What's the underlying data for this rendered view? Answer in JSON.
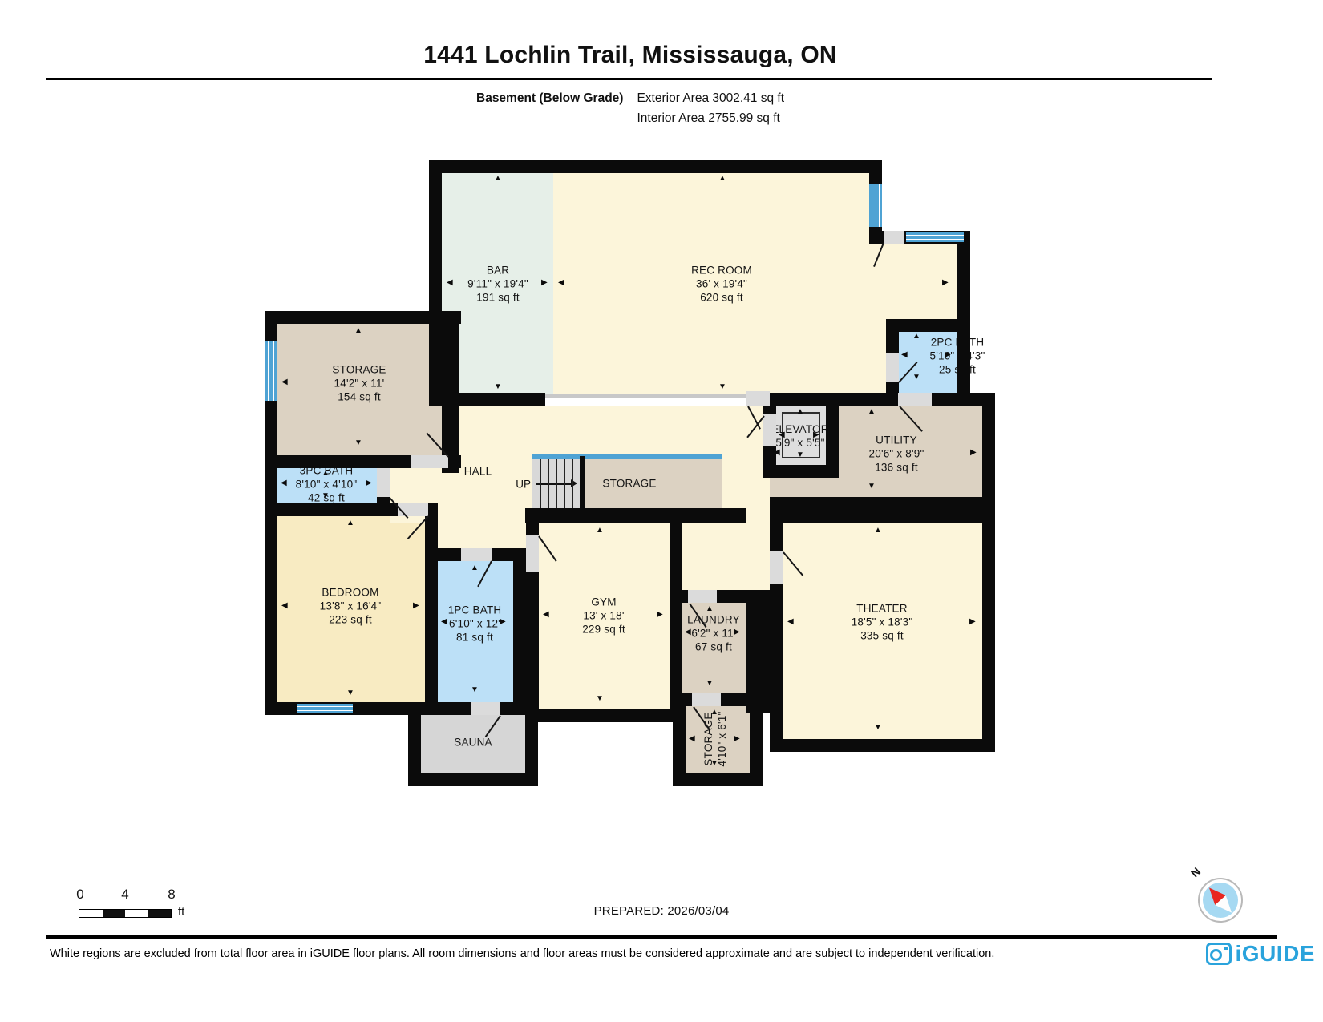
{
  "header": {
    "title": "1441 Lochlin Trail, Mississauga, ON",
    "floor_label": "Basement (Below Grade)",
    "exterior_area": "Exterior Area 3002.41 sq ft",
    "interior_area": "Interior Area 2755.99 sq ft"
  },
  "scale_bar": {
    "start": "0",
    "mid": "4",
    "end": "8",
    "unit": "ft"
  },
  "prepared": "PREPARED: 2026/03/04",
  "compass": {
    "label": "N"
  },
  "footer": {
    "disclaimer": "White regions are excluded from total floor area in iGUIDE floor plans. All room dimensions and floor areas must be considered approximate and are subject to independent verification.",
    "brand": "iGUIDE"
  },
  "palette": {
    "cream": "#FCF5DA",
    "teal": "#E6EFE8",
    "wheat": "#F8EBC2",
    "beige": "#DCD2C2",
    "bath": "#BCE0F7",
    "gray": "#D6D6D6",
    "elevgray": "#DEDEDE",
    "window": "#4FA3D4",
    "wall": "#0B0B0B",
    "brand": "#2AA3DC",
    "compass_red": "#E8261F"
  },
  "floorplan": {
    "stairs_label": "UP",
    "rooms": [
      {
        "id": "bar",
        "label": [
          "BAR",
          "9'11\" x 19'4\"",
          "191 sq ft"
        ],
        "fill": "teal",
        "rects": [
          [
            221,
            16,
            139,
            276
          ]
        ],
        "label_at": [
          291,
          154
        ],
        "arrows": [
          [
            "t",
            286,
            18
          ],
          [
            "b",
            286,
            278
          ],
          [
            "l",
            227,
            148
          ],
          [
            "r",
            345,
            148
          ]
        ]
      },
      {
        "id": "rec-room",
        "label": [
          "REC ROOM",
          "36' x 19'4\"",
          "620 sq ft"
        ],
        "fill": "cream",
        "rects": [
          [
            360,
            16,
            394,
            276
          ],
          [
            754,
            100,
            110,
            192
          ]
        ],
        "label_at": [
          570,
          154
        ],
        "arrows": [
          [
            "t",
            566,
            18
          ],
          [
            "b",
            566,
            278
          ],
          [
            "l",
            366,
            148
          ],
          [
            "r",
            845,
            148
          ]
        ]
      },
      {
        "id": "2pc-bath",
        "label": [
          "2PC BATH",
          "5'10\" x 4'3\"",
          "25 sq ft"
        ],
        "fill": "bath",
        "rects": [
          [
            791,
            214,
            73,
            76
          ]
        ],
        "label_at": [
          864,
          244
        ],
        "arrows": [
          [
            "t",
            808,
            215
          ],
          [
            "b",
            808,
            266
          ],
          [
            "l",
            794,
            238
          ],
          [
            "r",
            848,
            238
          ]
        ]
      },
      {
        "id": "storage-left",
        "label": [
          "STORAGE",
          "14'2\" x 11'",
          "154 sq ft"
        ],
        "fill": "beige",
        "rects": [
          [
            16,
            204,
            205,
            164
          ]
        ],
        "label_at": [
          118,
          278
        ],
        "arrows": [
          [
            "t",
            112,
            208
          ],
          [
            "b",
            112,
            348
          ],
          [
            "l",
            21,
            272
          ],
          [
            "r",
            208,
            272
          ]
        ]
      },
      {
        "id": "3pc-bath",
        "label": [
          "3PC BATH",
          "8'10\" x 4'10\"",
          "42 sq ft"
        ],
        "fill": "bath",
        "rects": [
          [
            16,
            384,
            124,
            44
          ]
        ],
        "label_at": [
          77,
          404
        ],
        "arrows": [
          [
            "t",
            71,
            386
          ],
          [
            "b",
            71,
            414
          ],
          [
            "l",
            20,
            398
          ],
          [
            "r",
            126,
            398
          ]
        ]
      },
      {
        "id": "bedroom",
        "label": [
          "BEDROOM",
          "13'8\" x 16'4\"",
          "223 sq ft"
        ],
        "fill": "wheat",
        "rects": [
          [
            16,
            444,
            184,
            232
          ]
        ],
        "label_at": [
          107,
          556
        ],
        "arrows": [
          [
            "t",
            102,
            448
          ],
          [
            "b",
            102,
            660
          ],
          [
            "l",
            21,
            551
          ],
          [
            "r",
            185,
            551
          ]
        ]
      },
      {
        "id": "1pc-bath",
        "label": [
          "1PC BATH",
          "6'10\" x 12'",
          "81 sq ft"
        ],
        "fill": "bath",
        "rects": [
          [
            216,
            500,
            94,
            176
          ]
        ],
        "label_at": [
          262,
          578
        ],
        "arrows": [
          [
            "t",
            257,
            504
          ],
          [
            "b",
            257,
            656
          ],
          [
            "l",
            220,
            571
          ],
          [
            "r",
            293,
            571
          ]
        ]
      },
      {
        "id": "sauna",
        "label": [
          "SAUNA"
        ],
        "fill": "gray",
        "rects": [
          [
            195,
            684,
            130,
            80
          ]
        ],
        "label_at": [
          260,
          726
        ],
        "arrows": []
      },
      {
        "id": "hall",
        "label": [
          "HALL"
        ],
        "fill": "cream",
        "rects": [
          [
            243,
            306,
            387,
            146
          ],
          [
            156,
            384,
            87,
            68
          ],
          [
            216,
            444,
            110,
            56
          ],
          [
            521,
            434,
            109,
            102
          ]
        ],
        "label_at": [
          266,
          388
        ],
        "arrows": []
      },
      {
        "id": "storage-mid",
        "label": [
          "STORAGE"
        ],
        "fill": "beige",
        "rects": [
          [
            398,
            373,
            172,
            61
          ]
        ],
        "label_at": [
          455,
          403
        ],
        "arrows": []
      },
      {
        "id": "utility",
        "label": [
          "UTILITY",
          "20'6\" x 8'9\"",
          "136 sq ft"
        ],
        "fill": "beige",
        "rects": [
          [
            630,
            306,
            265,
            114
          ]
        ],
        "label_at": [
          788,
          366
        ],
        "arrows": [
          [
            "t",
            752,
            309
          ],
          [
            "b",
            752,
            402
          ],
          [
            "l",
            635,
            360
          ],
          [
            "r",
            880,
            360
          ]
        ]
      },
      {
        "id": "elevator",
        "label": [
          "ELEVATOR",
          "5'9\" x 5'5\""
        ],
        "fill": "elevgray",
        "rects": [
          [
            638,
            306,
            62,
            74
          ]
        ],
        "label_at": [
          668,
          344
        ],
        "arrows": [
          [
            "t",
            663,
            309
          ],
          [
            "b",
            663,
            363
          ],
          [
            "l",
            641,
            338
          ],
          [
            "r",
            684,
            338
          ]
        ]
      },
      {
        "id": "gym",
        "label": [
          "GYM",
          "13' x 18'",
          "229 sq ft"
        ],
        "fill": "cream",
        "rects": [
          [
            342,
            452,
            163,
            233
          ]
        ],
        "label_at": [
          423,
          568
        ],
        "arrows": [
          [
            "t",
            413,
            457
          ],
          [
            "b",
            413,
            667
          ],
          [
            "l",
            347,
            562
          ],
          [
            "r",
            489,
            562
          ]
        ]
      },
      {
        "id": "laundry",
        "label": [
          "LAUNDRY",
          "6'2\" x 11'",
          "67 sq ft"
        ],
        "fill": "beige",
        "rects": [
          [
            521,
            552,
            79,
            113
          ]
        ],
        "label_at": [
          560,
          590
        ],
        "arrows": [
          [
            "t",
            550,
            555
          ],
          [
            "b",
            550,
            648
          ],
          [
            "l",
            524,
            584
          ],
          [
            "r",
            585,
            584
          ]
        ]
      },
      {
        "id": "theater",
        "label": [
          "THEATER",
          "18'5\" x 18'3\"",
          "335 sq ft"
        ],
        "fill": "cream",
        "rects": [
          [
            647,
            452,
            248,
            270
          ]
        ],
        "label_at": [
          770,
          576
        ],
        "arrows": [
          [
            "t",
            760,
            457
          ],
          [
            "b",
            760,
            703
          ],
          [
            "l",
            652,
            571
          ],
          [
            "r",
            879,
            571
          ]
        ]
      },
      {
        "id": "storage-bottom",
        "label": [
          "STORAGE",
          "4'10\" x 6'1\""
        ],
        "fill": "beige",
        "rects": [
          [
            525,
            681,
            80,
            83
          ]
        ],
        "label_at": [
          562,
          722
        ],
        "rotated": true,
        "arrows": [
          [
            "t",
            556,
            684
          ],
          [
            "b",
            556,
            748
          ],
          [
            "l",
            529,
            717
          ],
          [
            "r",
            585,
            717
          ]
        ]
      }
    ],
    "walls": [
      [
        205,
        0,
        565,
        16
      ],
      [
        205,
        0,
        16,
        306
      ],
      [
        754,
        0,
        16,
        32
      ],
      [
        754,
        81,
        16,
        23
      ],
      [
        770,
        88,
        110,
        16
      ],
      [
        864,
        88,
        16,
        218
      ],
      [
        775,
        198,
        94,
        16
      ],
      [
        775,
        205,
        16,
        85
      ],
      [
        630,
        290,
        281,
        16
      ],
      [
        205,
        290,
        145,
        16
      ],
      [
        10,
        188,
        235,
        16
      ],
      [
        0,
        188,
        16,
        207
      ],
      [
        221,
        188,
        22,
        202
      ],
      [
        10,
        368,
        235,
        16
      ],
      [
        0,
        428,
        216,
        16
      ],
      [
        140,
        368,
        16,
        76
      ],
      [
        0,
        395,
        16,
        297
      ],
      [
        200,
        428,
        16,
        264
      ],
      [
        200,
        484,
        126,
        16
      ],
      [
        310,
        484,
        16,
        208
      ],
      [
        0,
        676,
        326,
        16
      ],
      [
        179,
        676,
        16,
        104
      ],
      [
        325,
        676,
        16,
        104
      ],
      [
        179,
        764,
        162,
        16
      ],
      [
        325,
        434,
        275,
        18
      ],
      [
        393,
        369,
        6,
        65
      ],
      [
        326,
        434,
        16,
        267
      ],
      [
        326,
        685,
        195,
        16
      ],
      [
        505,
        434,
        16,
        267
      ],
      [
        505,
        536,
        125,
        16
      ],
      [
        600,
        552,
        47,
        138
      ],
      [
        509,
        665,
        112,
        16
      ],
      [
        509,
        665,
        16,
        115
      ],
      [
        605,
        665,
        16,
        115
      ],
      [
        509,
        764,
        112,
        16
      ],
      [
        895,
        290,
        16,
        162
      ],
      [
        630,
        420,
        281,
        32
      ],
      [
        630,
        420,
        17,
        318
      ],
      [
        895,
        452,
        16,
        286
      ],
      [
        630,
        722,
        281,
        16
      ],
      [
        622,
        306,
        16,
        90
      ],
      [
        700,
        306,
        16,
        90
      ],
      [
        622,
        380,
        94,
        16
      ]
    ],
    "windows": [
      [
        1,
        225,
        14,
        75
      ],
      [
        40,
        678,
        70,
        12
      ],
      [
        754,
        30,
        16,
        53
      ],
      [
        800,
        90,
        72,
        12
      ]
    ],
    "handrail": [
      333,
      367,
      237,
      6
    ],
    "divider": [
      350,
      292,
      250,
      4
    ],
    "door_gaps": [
      [
        772,
        88,
        26,
        16
      ],
      [
        775,
        240,
        16,
        36
      ],
      [
        600,
        288,
        30,
        18
      ],
      [
        790,
        290,
        42,
        16
      ],
      [
        622,
        316,
        16,
        40
      ],
      [
        183,
        368,
        46,
        16
      ],
      [
        140,
        384,
        16,
        36
      ],
      [
        166,
        428,
        38,
        16
      ],
      [
        245,
        484,
        38,
        16
      ],
      [
        326,
        468,
        16,
        46
      ],
      [
        528,
        536,
        36,
        16
      ],
      [
        630,
        487,
        17,
        41
      ],
      [
        533,
        665,
        36,
        16
      ],
      [
        258,
        676,
        36,
        16
      ]
    ],
    "door_leaves": [
      [
        772,
        102,
        32,
        112
      ],
      [
        791,
        276,
        34,
        -48
      ],
      [
        603,
        306,
        32,
        62
      ],
      [
        792,
        306,
        42,
        48
      ],
      [
        623,
        318,
        34,
        128
      ],
      [
        229,
        369,
        40,
        -132
      ],
      [
        156,
        420,
        34,
        48
      ],
      [
        204,
        443,
        38,
        132
      ],
      [
        283,
        499,
        36,
        118
      ],
      [
        342,
        468,
        38,
        55
      ],
      [
        530,
        552,
        36,
        55
      ],
      [
        647,
        488,
        38,
        50
      ],
      [
        535,
        681,
        34,
        55
      ],
      [
        294,
        692,
        32,
        125
      ]
    ],
    "stair_risers": [
      343,
      353,
      363,
      373,
      383
    ]
  }
}
